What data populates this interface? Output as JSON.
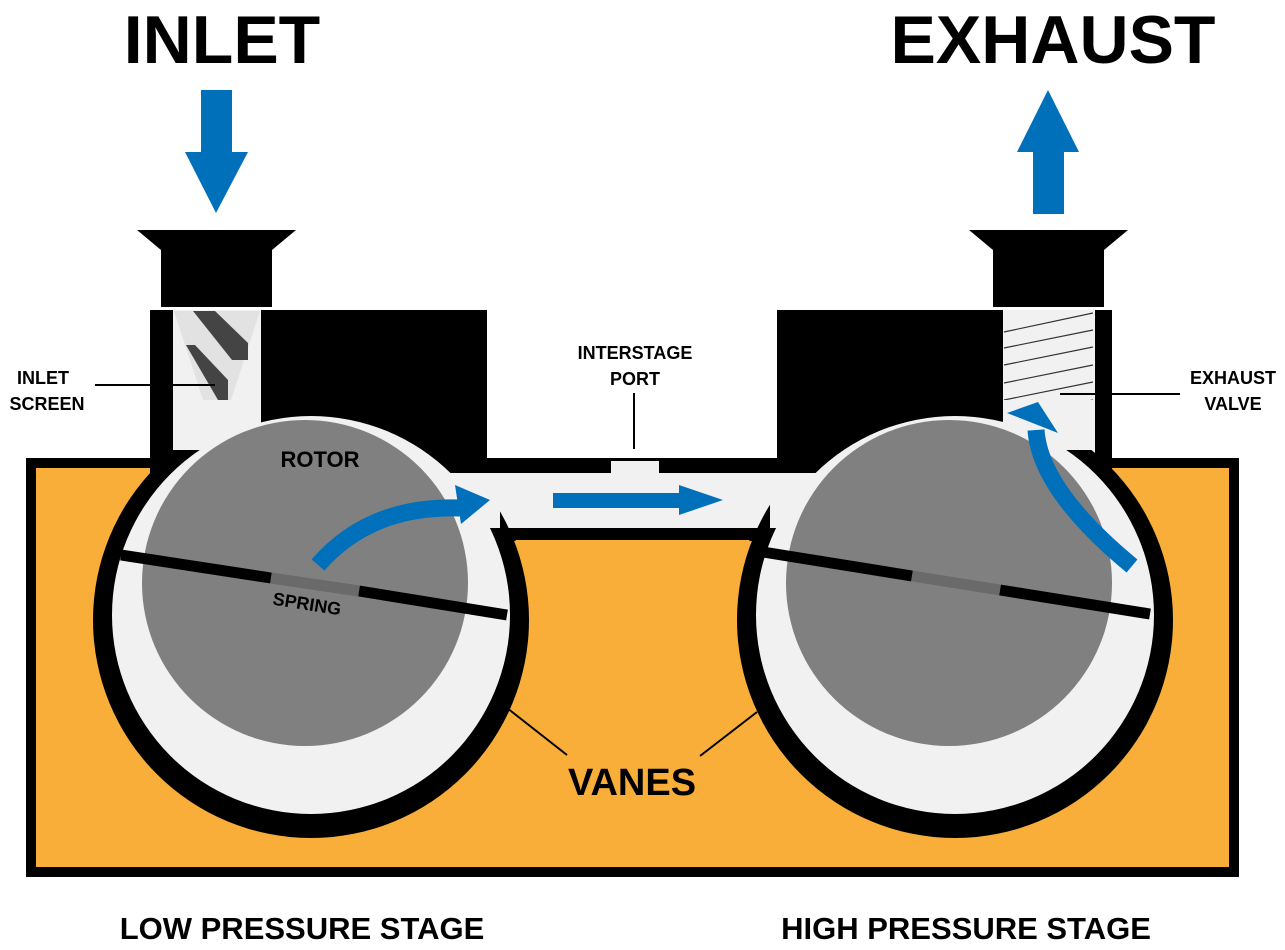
{
  "title_labels": {
    "inlet": "INLET",
    "exhaust": "EXHAUST"
  },
  "callouts": {
    "inlet_screen": [
      "INLET",
      "SCREEN"
    ],
    "exhaust_valve": [
      "EXHAUST",
      "VALVE"
    ],
    "interstage_port": [
      "INTERSTAGE",
      "PORT"
    ],
    "rotor": "ROTOR",
    "spring": "SPRING",
    "vanes": "VANES"
  },
  "stages": {
    "low": "LOW PRESSURE STAGE",
    "high": "HIGH PRESSURE STAGE"
  },
  "colors": {
    "housing": "#F9AE3A",
    "outline": "#000000",
    "chamber": "#F1F1F1",
    "rotor": "#808080",
    "spring": "#6A6A6A",
    "flow_arrow": "#0070BB",
    "screen_stripes": "#444444"
  }
}
